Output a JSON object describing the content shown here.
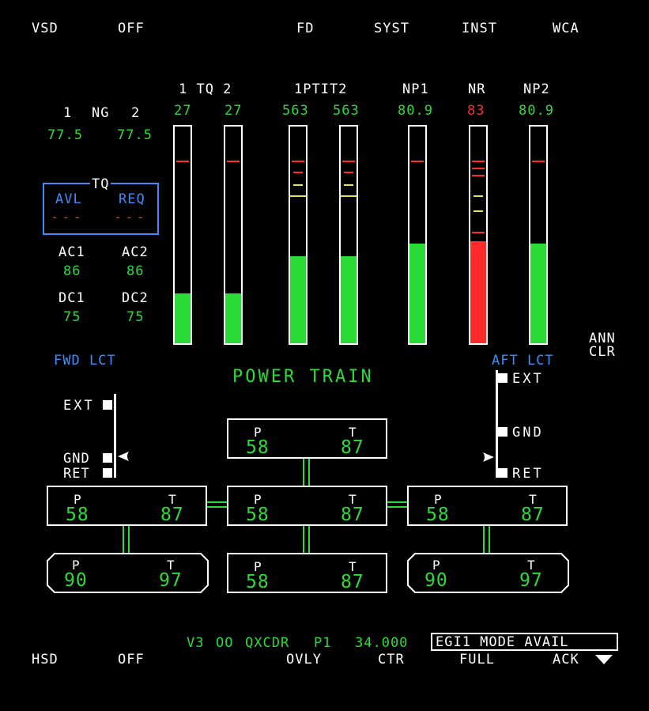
{
  "softkeys_top": [
    "VSD",
    "OFF",
    "FD",
    "SYST",
    "INST",
    "WCA"
  ],
  "softkeys_bottom": [
    "HSD",
    "OFF",
    "OVLY",
    "CTR",
    "FULL",
    "ACK"
  ],
  "ng": {
    "label_1": "1",
    "label": "NG",
    "label_2": "2",
    "value_1": "77.5",
    "value_2": "77.5"
  },
  "tq_box": {
    "title": "TQ",
    "avl_label": "AVL",
    "req_label": "REQ",
    "avl_value": "---",
    "req_value": "---"
  },
  "ac": {
    "label_1": "AC1",
    "label_2": "AC2",
    "value_1": "86",
    "value_2": "86"
  },
  "dc": {
    "label_1": "DC1",
    "label_2": "DC2",
    "value_1": "75",
    "value_2": "75"
  },
  "gauge_headers": {
    "tq": "1 TQ 2",
    "ptit": "1PTIT2",
    "np1": "NP1",
    "nr": "NR",
    "np2": "NP2"
  },
  "gauges": [
    {
      "id": "tq1",
      "value": "27",
      "fill_fraction": 0.23,
      "color": "#2bdb36"
    },
    {
      "id": "tq2",
      "value": "27",
      "fill_fraction": 0.23,
      "color": "#2bdb36"
    },
    {
      "id": "ptit1",
      "value": "563",
      "fill_fraction": 0.4,
      "color": "#2bdb36"
    },
    {
      "id": "ptit2",
      "value": "563",
      "fill_fraction": 0.4,
      "color": "#2bdb36"
    },
    {
      "id": "np1",
      "value": "80.9",
      "fill_fraction": 0.46,
      "color": "#2bdb36"
    },
    {
      "id": "nr",
      "value": "83",
      "fill_fraction": 0.47,
      "color": "#ff2a2a"
    },
    {
      "id": "np2",
      "value": "80.9",
      "fill_fraction": 0.46,
      "color": "#2bdb36"
    }
  ],
  "ann_clr": {
    "line1": "ANN",
    "line2": "CLR"
  },
  "fwd_lct": {
    "title": "FWD LCT",
    "ext": "EXT",
    "gnd": "GND",
    "ret": "RET"
  },
  "aft_lct": {
    "title": "AFT LCT",
    "ext": "EXT",
    "gnd": "GND",
    "ret": "RET"
  },
  "power_train": {
    "title": "POWER TRAIN",
    "boxes": [
      {
        "id": "top",
        "p_label": "P",
        "t_label": "T",
        "p": "58",
        "t": "87"
      },
      {
        "id": "mid-left",
        "p_label": "P",
        "t_label": "T",
        "p": "58",
        "t": "87"
      },
      {
        "id": "mid-center",
        "p_label": "P",
        "t_label": "T",
        "p": "58",
        "t": "87"
      },
      {
        "id": "mid-right",
        "p_label": "P",
        "t_label": "T",
        "p": "58",
        "t": "87"
      },
      {
        "id": "bot-left",
        "p_label": "P",
        "t_label": "T",
        "p": "90",
        "t": "97"
      },
      {
        "id": "bot-center",
        "p_label": "P",
        "t_label": "T",
        "p": "58",
        "t": "87"
      },
      {
        "id": "bot-right",
        "p_label": "P",
        "t_label": "T",
        "p": "90",
        "t": "97"
      }
    ]
  },
  "status_line": {
    "v3": "V3",
    "oo": "OO",
    "qxcdr": "QXCDR",
    "p1": "P1",
    "freq": "34.000"
  },
  "advisory": "EGI1 MODE AVAIL",
  "colors": {
    "green": "#2bdb36",
    "blue": "#3b8cff",
    "red": "#ff2a2a",
    "yellow": "#e6e64a"
  }
}
